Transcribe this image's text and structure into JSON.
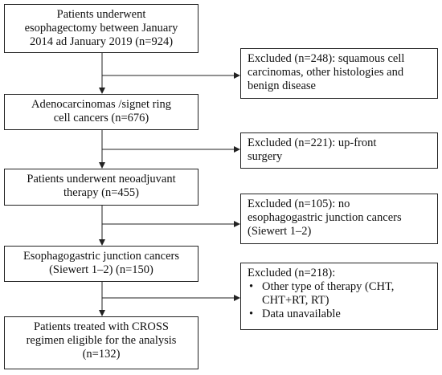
{
  "main_boxes": [
    {
      "lines": [
        "Patients underwent",
        "esophagectomy between January",
        "2014 ad January 2019 (n=924)"
      ]
    },
    {
      "lines": [
        "Adenocarcinomas /signet ring",
        "cell cancers (n=676)"
      ]
    },
    {
      "lines": [
        "Patients underwent neoadjuvant",
        "therapy (n=455)"
      ]
    },
    {
      "lines": [
        "Esophagogastric junction cancers",
        "(Siewert 1–2) (n=150)"
      ]
    },
    {
      "lines": [
        "Patients treated with CROSS",
        "regimen eligible for the analysis",
        "(n=132)"
      ]
    }
  ],
  "excluded_boxes": [
    {
      "lines": [
        "Excluded (n=248): squamous cell",
        "carcinomas, other histologies and",
        "benign disease"
      ]
    },
    {
      "lines": [
        "Excluded (n=221): up-front",
        "surgery"
      ]
    },
    {
      "lines": [
        "Excluded (n=105): no",
        "esophagogastric junction cancers",
        "(Siewert 1–2)"
      ]
    },
    {
      "lines": [
        "Excluded (n=218):"
      ],
      "bullets": [
        "Other type of therapy (CHT,",
        "CHT+RT,  RT)",
        "Data unavailable"
      ]
    }
  ]
}
